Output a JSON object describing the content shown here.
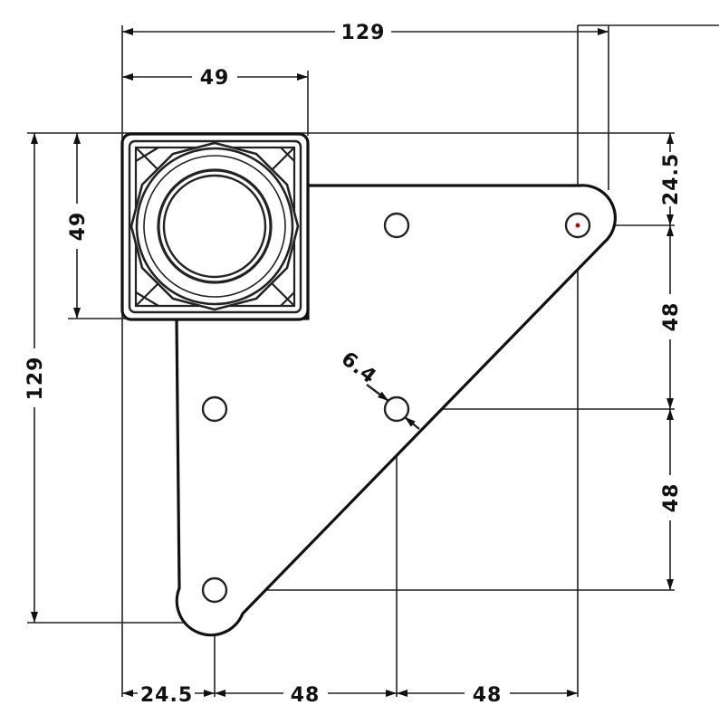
{
  "drawing": {
    "dims": {
      "overall_width": "129",
      "square_width": "49",
      "overall_height": "129",
      "square_height": "49",
      "right_top_offset": "24.5",
      "right_hole_spacing_1": "48",
      "right_hole_spacing_2": "48",
      "bottom_left_offset": "24.5",
      "bottom_hole_spacing_1": "48",
      "bottom_hole_spacing_2": "48",
      "hole_diameter": "6.4"
    },
    "colors": {
      "line": "#111111",
      "marker": "#cc0000",
      "background": "#ffffff"
    }
  }
}
